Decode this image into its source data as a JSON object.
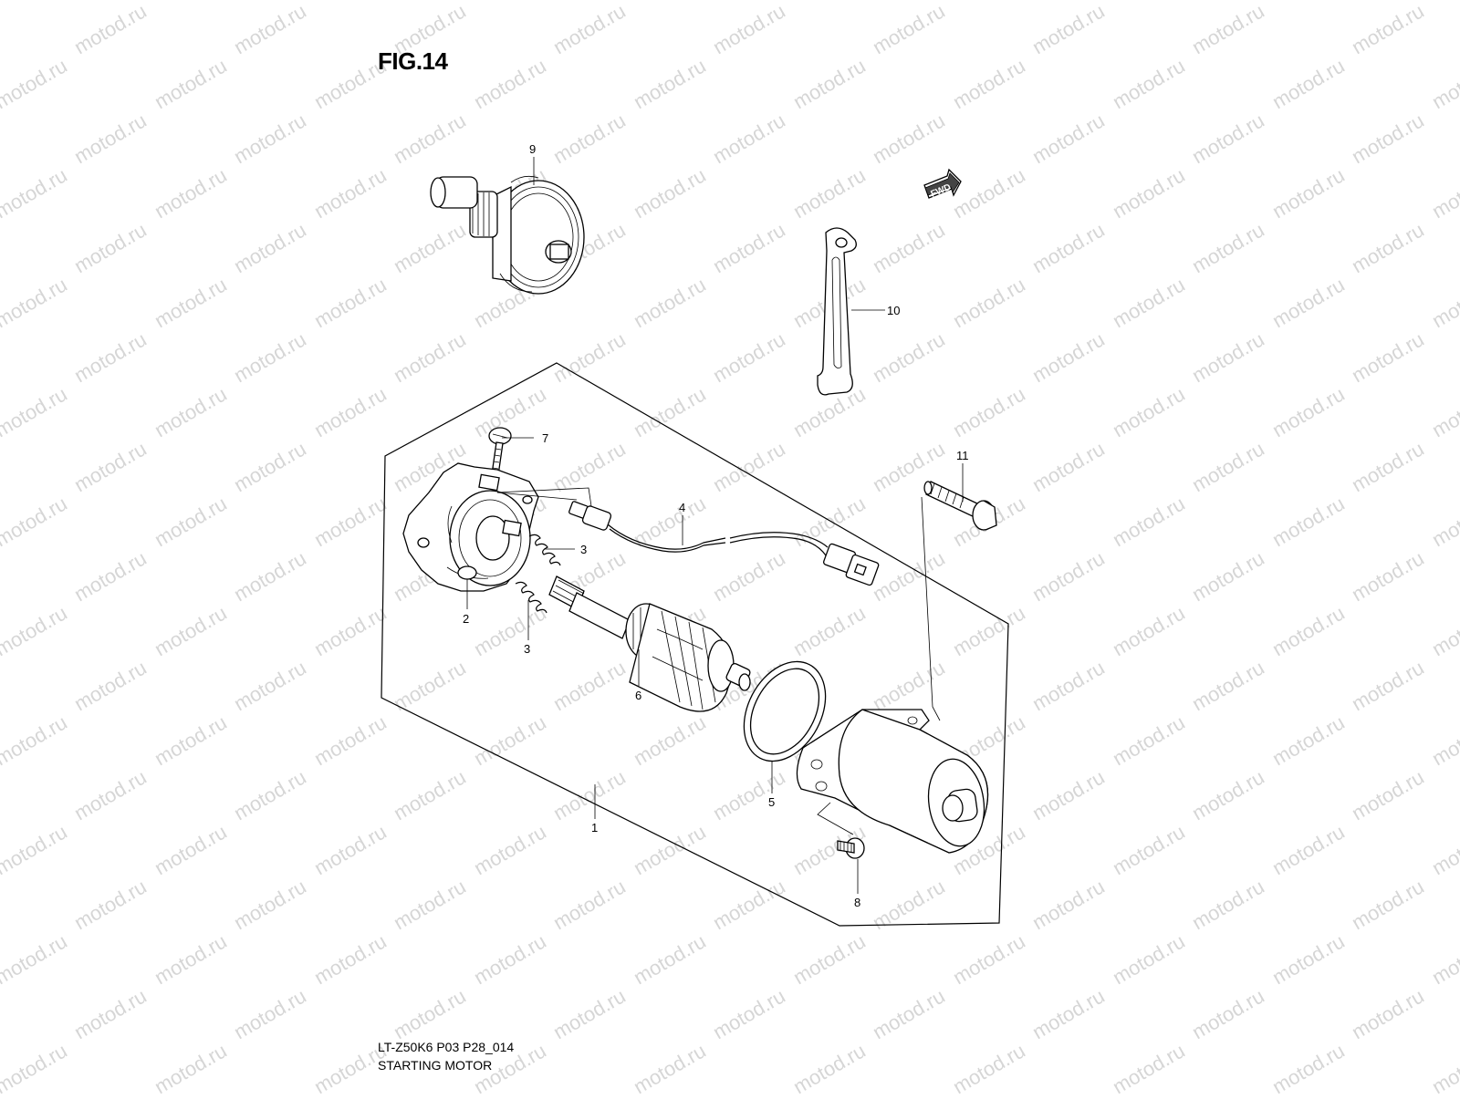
{
  "figure": {
    "title": "FIG.14",
    "model_code": "LT-Z50K6 P03 P28_014",
    "name": "STARTING MOTOR"
  },
  "fwd_label": "FWD",
  "watermark": "motod.ru",
  "callouts": [
    {
      "id": "c1",
      "label": "1"
    },
    {
      "id": "c2",
      "label": "2"
    },
    {
      "id": "c3a",
      "label": "3"
    },
    {
      "id": "c3b",
      "label": "3"
    },
    {
      "id": "c4",
      "label": "4"
    },
    {
      "id": "c5",
      "label": "5"
    },
    {
      "id": "c6",
      "label": "6"
    },
    {
      "id": "c7",
      "label": "7"
    },
    {
      "id": "c8",
      "label": "8"
    },
    {
      "id": "c9",
      "label": "9"
    },
    {
      "id": "c10",
      "label": "10"
    },
    {
      "id": "c11",
      "label": "11"
    }
  ]
}
